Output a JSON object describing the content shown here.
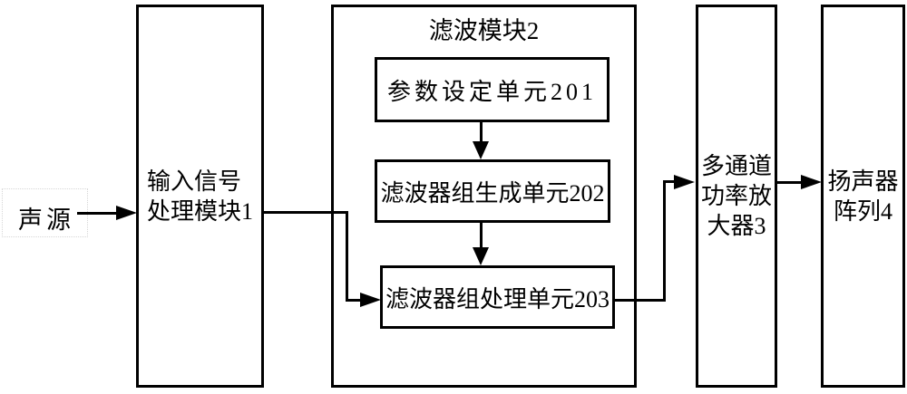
{
  "diagram": {
    "title_visible": "滤波模块2",
    "source": {
      "label": "声源"
    },
    "input_module": {
      "line1": "输入信号",
      "line2": "处理模块1"
    },
    "filter_module": {
      "title": "滤波模块2",
      "unit_201": "参数设定单元201",
      "unit_202": "滤波器组生成单元202",
      "unit_203": "滤波器组处理单元203"
    },
    "amplifier": {
      "line1": "多通道",
      "line2": "功率放",
      "line3": "大器3"
    },
    "speaker": {
      "line1": "扬声器",
      "line2": "阵列4"
    },
    "colors": {
      "line": "#000000",
      "background": "#ffffff"
    }
  }
}
